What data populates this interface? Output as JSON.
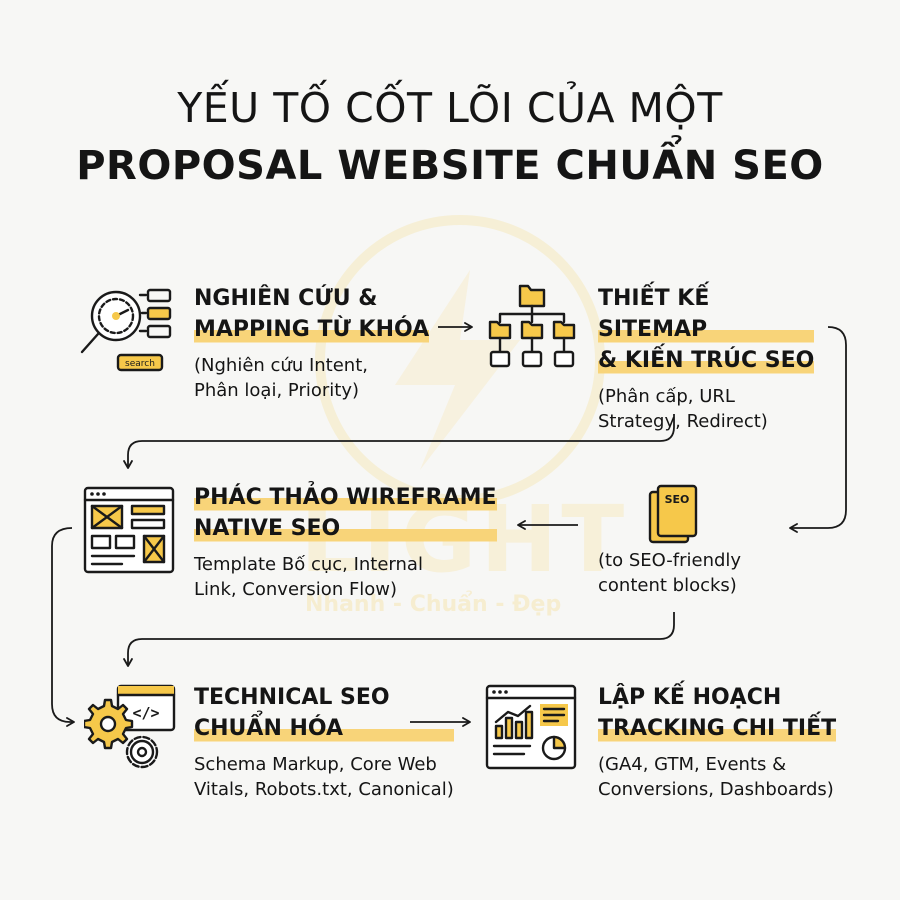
{
  "title": {
    "line1": "YẾU TỐ CỐT LÕI CỦA MỘT",
    "line2": "PROPOSAL WEBSITE CHUẨN SEO"
  },
  "watermark": {
    "text": "LIGHT",
    "tagline": "Nhanh - Chuẩn - Đẹp"
  },
  "steps": [
    {
      "title_plain": "NGHIÊN CỨU &",
      "title_highlight": "MAPPING TỪ KHÓA",
      "desc_line1": "(Nghiên cứu Intent,",
      "desc_line2": "Phân loại, Priority)",
      "icon": "magnifier-search-icon",
      "icon_label": "search"
    },
    {
      "title_plain": "THIẾT KẾ",
      "title_highlight1": "SITEMAP",
      "title_highlight2": "& KIẾN TRÚC SEO",
      "desc_line1": "(Phân cấp, URL",
      "desc_line2": "Strategy, Redirect)",
      "icon": "sitemap-folders-icon"
    },
    {
      "title_highlight1": "PHÁC THẢO WIREFRAME",
      "title_highlight2": "NATIVE SEO",
      "desc_line1": "Template Bố cục, Internal",
      "desc_line2": "Link, Conversion Flow)",
      "icon": "wireframe-browser-icon"
    },
    {
      "desc_line1": "(to SEO-friendly",
      "desc_line2": "content blocks)",
      "icon": "seo-document-icon",
      "icon_label": "SEO"
    },
    {
      "title_plain": "TECHNICAL SEO",
      "title_highlight": "CHUẨN HÓA",
      "desc_line1": "Schema Markup, Core Web",
      "desc_line2": "Vitals, Robots.txt, Canonical)",
      "icon": "gears-code-icon",
      "icon_label": "</>"
    },
    {
      "title_plain": "LẬP KẾ HOẠCH",
      "title_highlight": "TRACKING CHI TIẾT",
      "desc_line1": "(GA4, GTM, Events &",
      "desc_line2": "Conversions, Dashboards)",
      "icon": "analytics-dashboard-icon"
    }
  ],
  "colors": {
    "accent": "#f6c84a",
    "highlight": "#f8d479",
    "ink": "#151515",
    "background": "#f7f7f5"
  }
}
